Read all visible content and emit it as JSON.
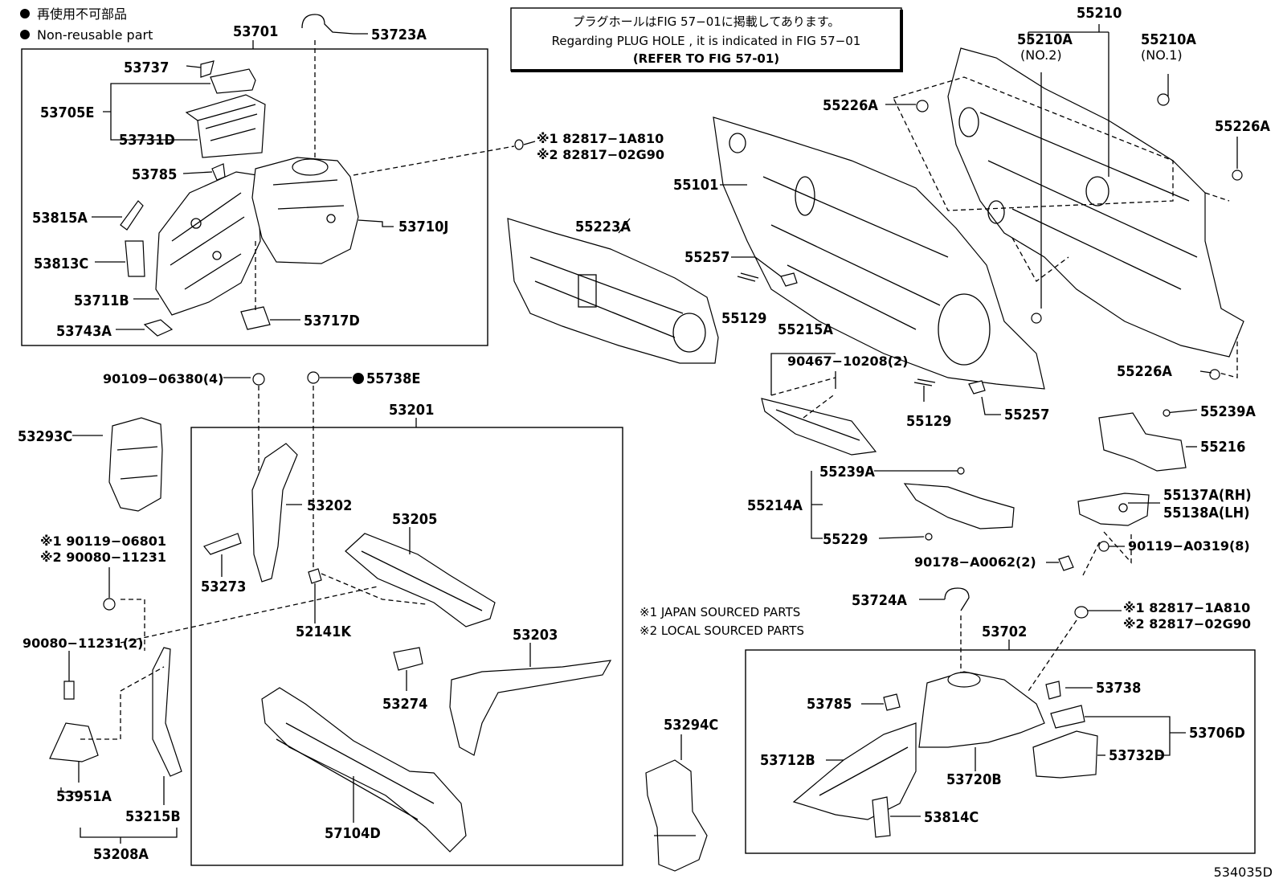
{
  "legend": {
    "jp": "再使用不可部品",
    "en": "Non-reusable part"
  },
  "notice": {
    "line1": "プラグホールはFIG 57−01に掲載してあります。",
    "line2": "Regarding  PLUG  HOLE , it is indicated in FIG  57−01",
    "line3": "(REFER TO FIG 57-01)"
  },
  "source_notes": {
    "japan": "※1 JAPAN SOURCED PARTS",
    "local": "※2 LOCAL SOURCED PARTS"
  },
  "figure_code": "534035D",
  "labels": {
    "p53701": "53701",
    "p53723A": "53723A",
    "p53737": "53737",
    "p53705E": "53705E",
    "p53731D": "53731D",
    "p53785a": "53785",
    "p53815A": "53815A",
    "p53813C": "53813C",
    "p53711B": "53711B",
    "p53743A": "53743A",
    "p53717D": "53717D",
    "p53710J": "53710J",
    "p82817a1": "※1 82817−1A810",
    "p82817a2": "※2 82817−02G90",
    "p55223A": "55223A",
    "p55210": "55210",
    "p55210A_2": "55210A",
    "no2": "(NO.2)",
    "p55210A_1": "55210A",
    "no1": "(NO.1)",
    "p55226A_a": "55226A",
    "p55226A_b": "55226A",
    "p55226A_c": "55226A",
    "p55101": "55101",
    "p55257a": "55257",
    "p55129a": "55129",
    "p55215A": "55215A",
    "p90467": "90467−10208(2)",
    "p55129b": "55129",
    "p55257b": "55257",
    "p55239A_a": "55239A",
    "p55216": "55216",
    "p55239A_b": "55239A",
    "p55214A": "55214A",
    "p55229": "55229",
    "p55137A": "55137A(RH)",
    "p55138A": "55138A(LH)",
    "p90119A": "90119−A0319(8)",
    "p90178": "90178−A0062(2)",
    "p90109": "90109−06380(4)",
    "p55738E": "55738E",
    "p53201": "53201",
    "p53293C": "53293C",
    "p53202": "53202",
    "p53205": "53205",
    "p53273": "53273",
    "p52141K": "52141K",
    "p90119a1": "※1 90119−06801",
    "p90080a2": "※2 90080−11231",
    "p90080": "90080−11231(2)",
    "p53203": "53203",
    "p53274": "53274",
    "p53951A": "53951A",
    "p53215B": "53215B",
    "p53208A": "53208A",
    "p57104D": "57104D",
    "p53294C": "53294C",
    "p53724A": "53724A",
    "p53702": "53702",
    "p82817b1": "※1 82817−1A810",
    "p82817b2": "※2 82817−02G90",
    "p53738": "53738",
    "p53785b": "53785",
    "p53706D": "53706D",
    "p53712B": "53712B",
    "p53732D": "53732D",
    "p53720B": "53720B",
    "p53814C": "53814C"
  }
}
